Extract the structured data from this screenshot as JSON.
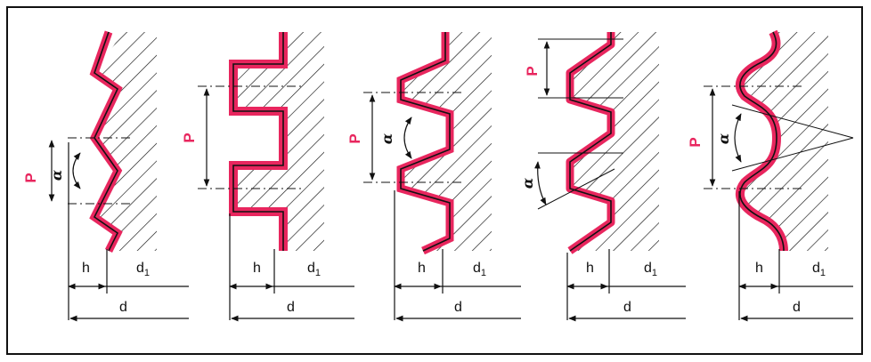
{
  "colors": {
    "thread_profile": "#e8265e",
    "line": "#111111",
    "frame": "#111111"
  },
  "profiles": [
    {
      "kind": "triangular",
      "labels": {
        "pitch": "P",
        "angle": "α",
        "depth": "h",
        "minor_d": "d",
        "minor_d_sub": "1",
        "major_d": "d"
      }
    },
    {
      "kind": "square",
      "labels": {
        "pitch": "P",
        "depth": "h",
        "minor_d": "d",
        "minor_d_sub": "1",
        "major_d": "d"
      }
    },
    {
      "kind": "trapezoidal",
      "labels": {
        "pitch": "P",
        "angle": "α",
        "depth": "h",
        "minor_d": "d",
        "minor_d_sub": "1",
        "major_d": "d"
      }
    },
    {
      "kind": "buttress",
      "labels": {
        "pitch": "P",
        "angle": "α",
        "depth": "h",
        "minor_d": "d",
        "minor_d_sub": "1",
        "major_d": "d"
      }
    },
    {
      "kind": "round",
      "labels": {
        "pitch": "P",
        "angle": "α",
        "depth": "h",
        "minor_d": "d",
        "minor_d_sub": "1",
        "major_d": "d"
      }
    }
  ]
}
